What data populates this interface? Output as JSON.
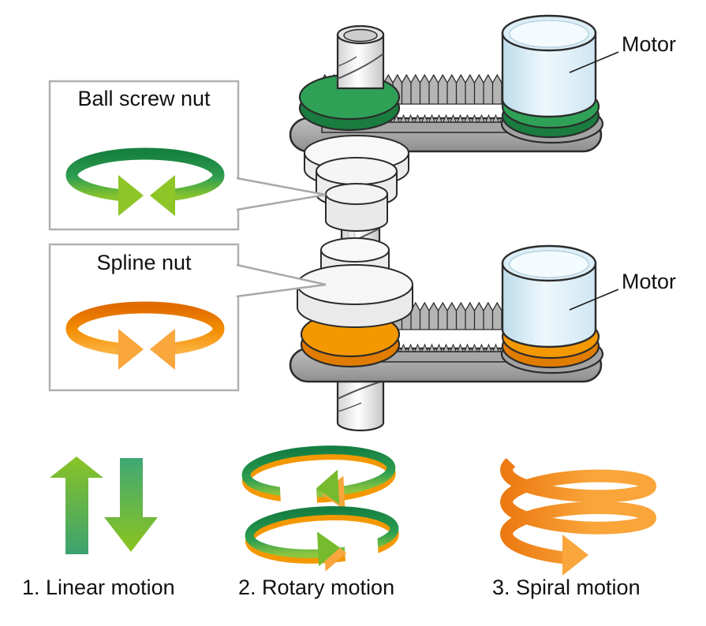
{
  "figure": {
    "callout_boxes": [
      {
        "id": "ball_screw_nut",
        "label": "Ball screw nut",
        "icon": "rotation-arrows-green"
      },
      {
        "id": "spline_nut",
        "label": "Spline nut",
        "icon": "rotation-arrows-orange"
      }
    ],
    "part_labels": [
      {
        "id": "motor_upper",
        "label": "Motor"
      },
      {
        "id": "motor_lower",
        "label": "Motor"
      }
    ],
    "legend": [
      {
        "label": "1. Linear motion",
        "icon": "up-down-arrows-icon"
      },
      {
        "label": "2. Rotary motion",
        "icon": "counter-rotating-rings-icon"
      },
      {
        "label": "3. Spiral motion",
        "icon": "spiral-arrow-icon"
      }
    ],
    "colors": {
      "green": "#2fa156",
      "green_dark": "#1a7c3f",
      "yellow_green": "#8ec527",
      "orange": "#f49800",
      "orange_dark": "#e07c00",
      "orange_light": "#f9a63c",
      "plate_gray": "#b2b2b2",
      "belt_gray": "#b5b5b5",
      "motor_blue": "#dceef7",
      "outline": "#2b2b2b",
      "box_border": "#b0b0b0"
    }
  }
}
